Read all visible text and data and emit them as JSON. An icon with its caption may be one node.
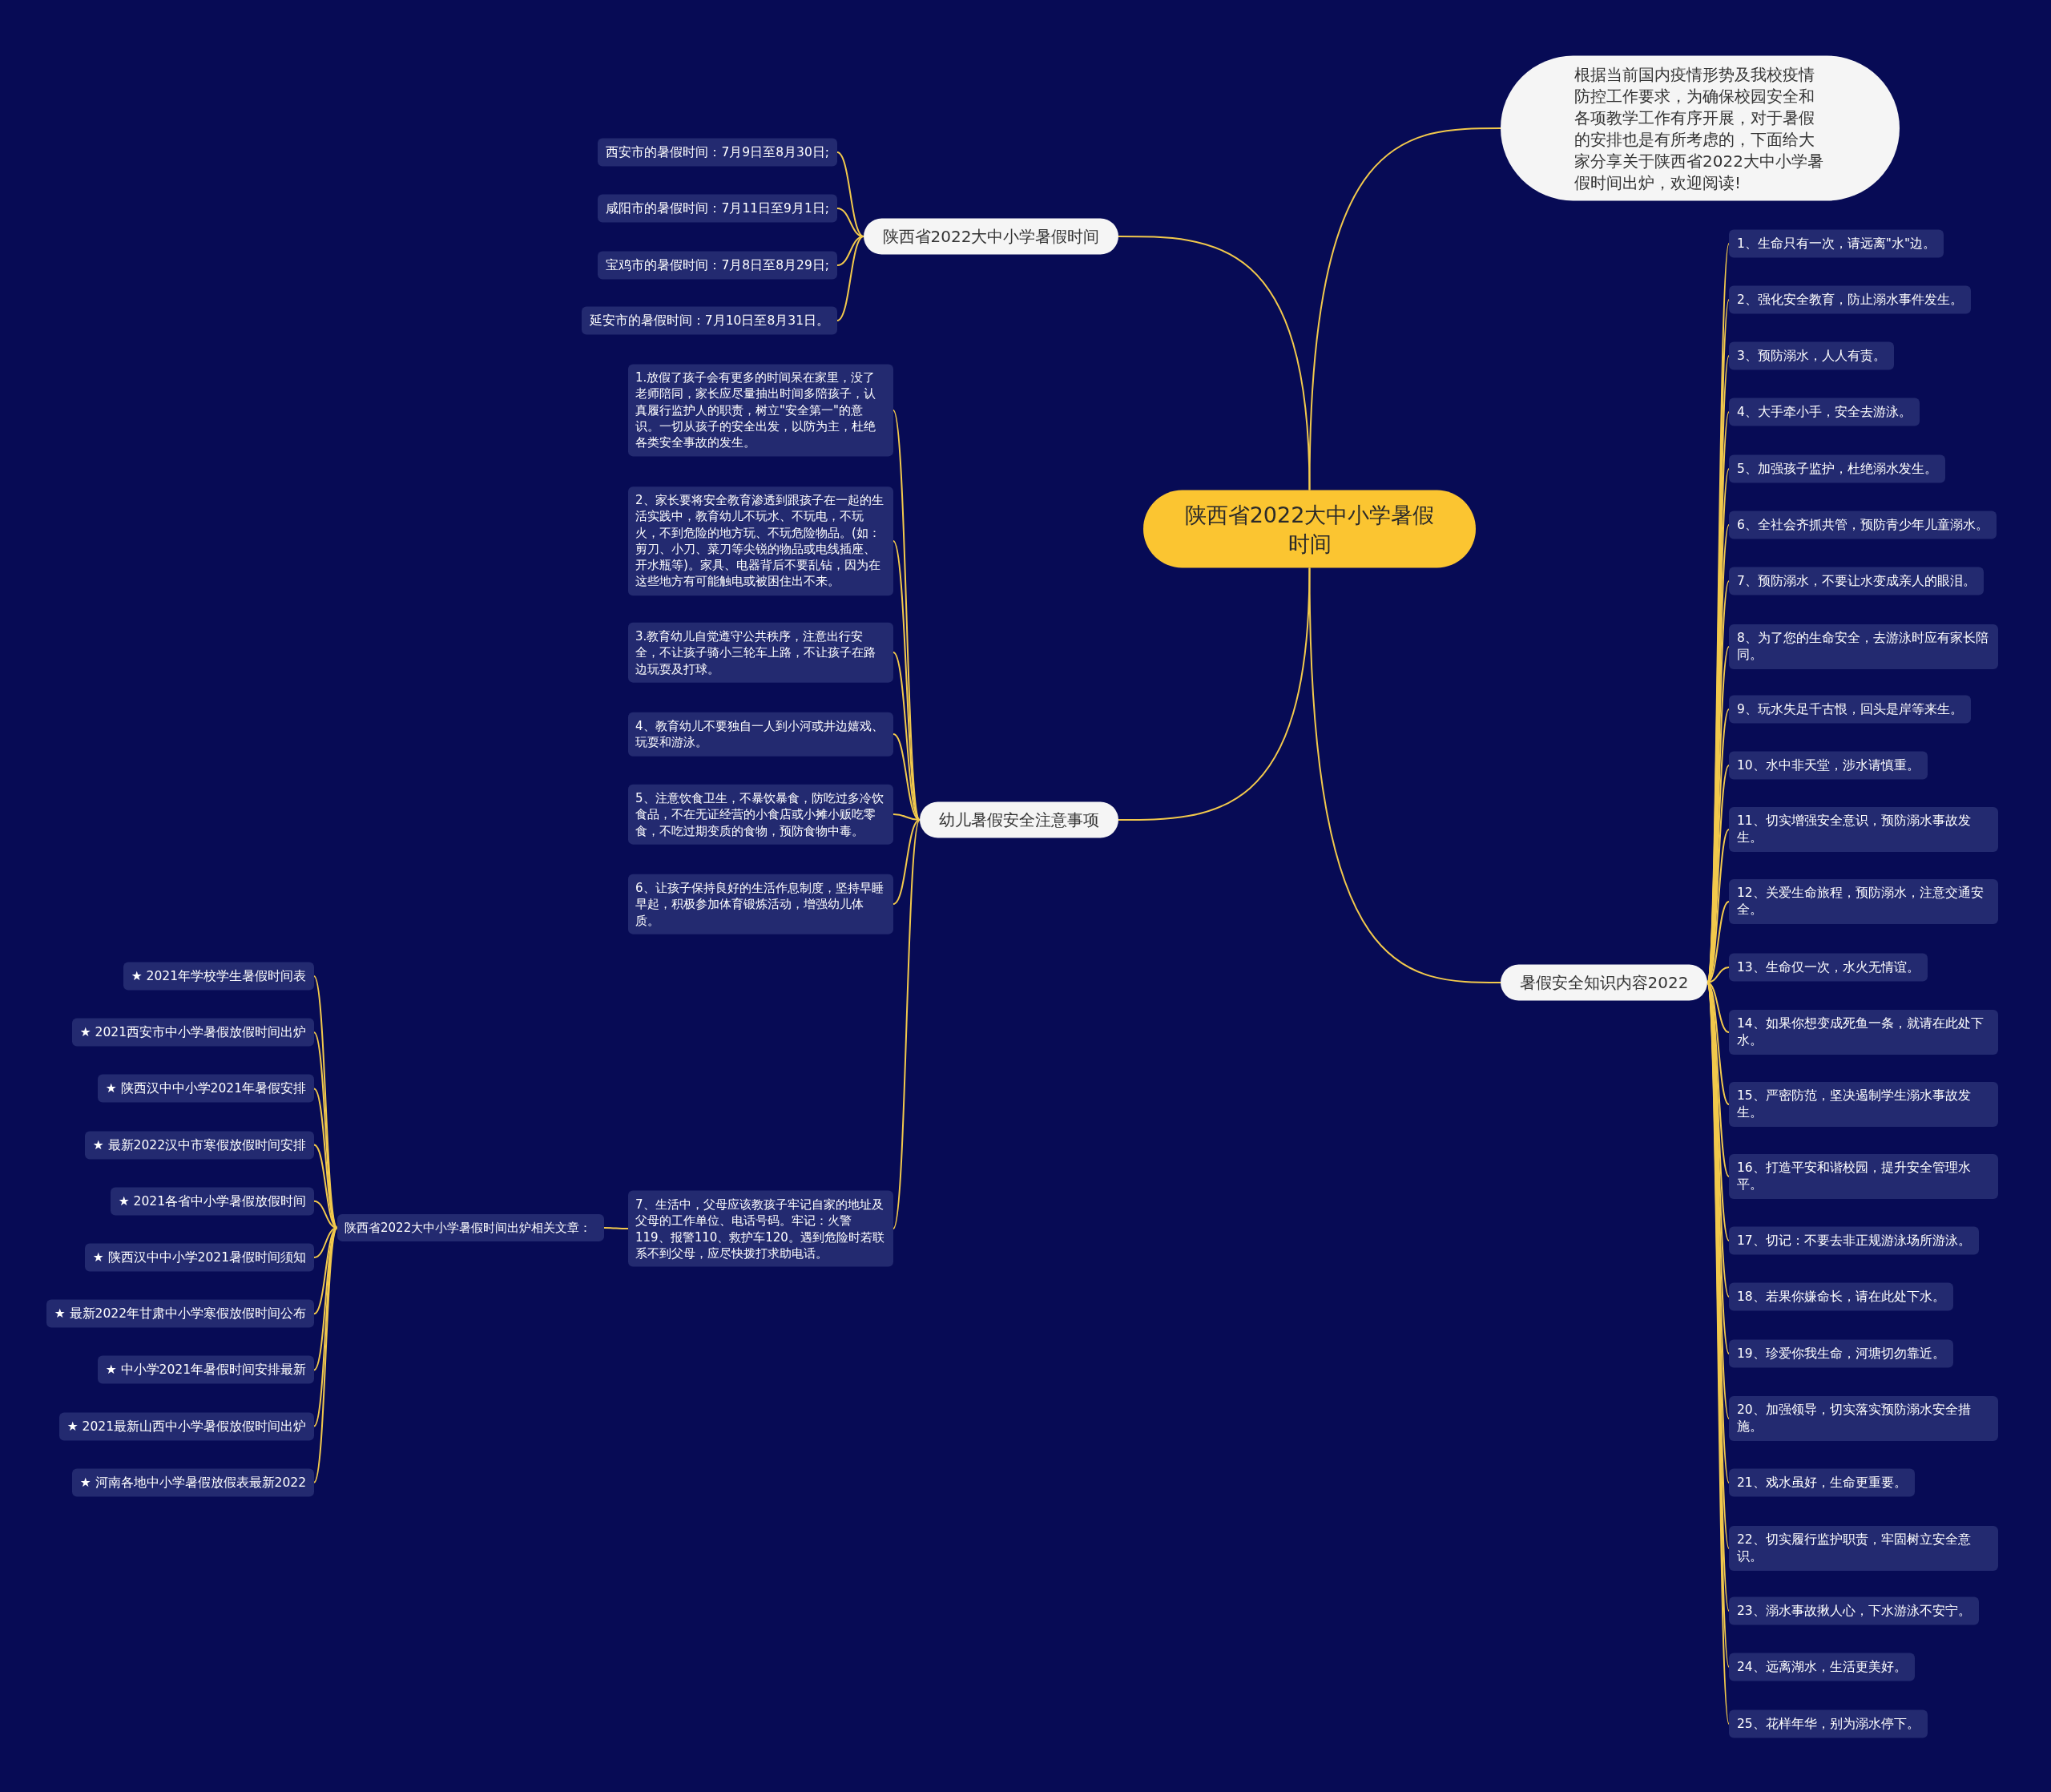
{
  "diagram": {
    "nodes": [
      {
        "text": [
          "陕西省2022大中小学暑假时间"
        ]
      },
      {
        "text": [
          "根据当前国内疫情形势及我校疫情防控工作要求，为确保校园安全和各项教学工作有序开展，对于暑假的安排也是有所考虑的，下面给大家分享关于陕西省2022大中小学暑假时间出炉，欢迎阅读!"
        ]
      },
      {
        "text": [
          "陕西省2022大中小学暑假时间"
        ]
      },
      {
        "text": [
          "西安市的暑假时间：7月9日至8月30日;"
        ]
      },
      {
        "text": [
          "咸阳市的暑假时间：7月11日至9月1日;"
        ]
      },
      {
        "text": [
          "宝鸡市的暑假时间：7月8日至8月29日;"
        ]
      },
      {
        "text": [
          "延安市的暑假时间：7月10日至8月31日。"
        ]
      },
      {
        "text": [
          "幼儿暑假安全注意事项"
        ]
      },
      {
        "text": [
          "1.放假了孩子会有更多的时间呆在家里，没了老师陪同，家长应尽量抽出时间多陪孩子，认真履行监护人的职责，树立\"安全第一\"的意识。一切从孩子的安全出发，以防为主，杜绝各类安全事故的发生。"
        ]
      },
      {
        "text": [
          "2、家长要将安全教育渗透到跟孩子在一起的生活实践中，教育幼儿不玩水、不玩电，不玩火，不到危险的地方玩、不玩危险物品。(如：剪刀、小刀、菜刀等尖锐的物品或电线插座、开水瓶等)。家具、电器背后不要乱钻，因为在这些地方有可能触电或被困住出不来。"
        ]
      },
      {
        "text": [
          "3.教育幼儿自觉遵守公共秩序，注意出行安全，不让孩子骑小三轮车上路，不让孩子在路边玩耍及打球。"
        ]
      },
      {
        "text": [
          "4、教育幼儿不要独自一人到小河或井边嬉戏、玩耍和游泳。"
        ]
      },
      {
        "text": [
          "5、注意饮食卫生，不暴饮暴食，防吃过多冷饮食品，不在无证经营的小食店或小摊小贩吃零食，不吃过期变质的食物，预防食物中毒。"
        ]
      },
      {
        "text": [
          "6、让孩子保持良好的生活作息制度，坚持早睡早起，积极参加体育锻炼活动，增强幼儿体质。"
        ]
      },
      {
        "text": [
          "7、生活中，父母应该教孩子牢记自家的地址及父母的工作单位、电话号码。牢记：火警119、报警110、救护车120。遇到危险时若联系不到父母，应尽快拨打求助电话。"
        ]
      },
      {
        "text": [
          "陕西省2022大中小学暑假时间出炉相关文章："
        ]
      },
      {
        "text": [
          "★ 2021年学校学生暑假时间表"
        ]
      },
      {
        "text": [
          "★ 2021西安市中小学暑假放假时间出炉"
        ]
      },
      {
        "text": [
          "★ 陕西汉中中小学2021年暑假安排"
        ]
      },
      {
        "text": [
          "★ 最新2022汉中市寒假放假时间安排"
        ]
      },
      {
        "text": [
          "★ 2021各省中小学暑假放假时间"
        ]
      },
      {
        "text": [
          "★ 陕西汉中中小学2021暑假时间须知"
        ]
      },
      {
        "text": [
          "★ 最新2022年甘肃中小学寒假放假时间公布"
        ]
      },
      {
        "text": [
          "★ 中小学2021年暑假时间安排最新"
        ]
      },
      {
        "text": [
          "★ 2021最新山西中小学暑假放假时间出炉"
        ]
      },
      {
        "text": [
          "★ 河南各地中小学暑假放假表最新2022"
        ]
      },
      {
        "text": [
          "暑假安全知识内容2022"
        ]
      },
      {
        "text": [
          "1、生命只有一次，请远离\"水\"边。"
        ]
      },
      {
        "text": [
          "2、强化安全教育，防止溺水事件发生。"
        ]
      },
      {
        "text": [
          "3、预防溺水，人人有责。"
        ]
      },
      {
        "text": [
          "4、大手牵小手，安全去游泳。"
        ]
      },
      {
        "text": [
          "5、加强孩子监护，杜绝溺水发生。"
        ]
      },
      {
        "text": [
          "6、全社会齐抓共管，预防青少年儿童溺水。"
        ]
      },
      {
        "text": [
          "7、预防溺水，不要让水变成亲人的眼泪。"
        ]
      },
      {
        "text": [
          "8、为了您的生命安全，去游泳时应有家长陪同。"
        ]
      },
      {
        "text": [
          "9、玩水失足千古恨，回头是岸等来生。"
        ]
      },
      {
        "text": [
          "10、水中非天堂，涉水请慎重。"
        ]
      },
      {
        "text": [
          "11、切实增强安全意识，预防溺水事故发生。"
        ]
      },
      {
        "text": [
          "12、关爱生命旅程，预防溺水，注意交通安全。"
        ]
      },
      {
        "text": [
          "13、生命仅一次，水火无情谊。"
        ]
      },
      {
        "text": [
          "14、如果你想变成死鱼一条，就请在此处下水。"
        ]
      },
      {
        "text": [
          "15、严密防范，坚决遏制学生溺水事故发生。"
        ]
      },
      {
        "text": [
          "16、打造平安和谐校园，提升安全管理水平。"
        ]
      },
      {
        "text": [
          "17、切记：不要去非正规游泳场所游泳。"
        ]
      },
      {
        "text": [
          "18、若果你嫌命长，请在此处下水。"
        ]
      },
      {
        "text": [
          "19、珍爱你我生命，河塘切勿靠近。"
        ]
      },
      {
        "text": [
          "20、加强领导，切实落实预防溺水安全措施。"
        ]
      },
      {
        "text": [
          "21、戏水虽好，生命更重要。"
        ]
      },
      {
        "text": [
          "22、切实履行监护职责，牢固树立安全意识。"
        ]
      },
      {
        "text": [
          "23、溺水事故揪人心，下水游泳不安宁。"
        ]
      },
      {
        "text": [
          "24、远离湖水，生活更美好。"
        ]
      },
      {
        "text": [
          "25、花样年华，别为溺水停下。"
        ]
      }
    ],
    "edges": [
      {
        "from": 0,
        "to": 1,
        "arrow": "none"
      },
      {
        "from": 0,
        "to": 2,
        "arrow": "none"
      },
      {
        "from": 2,
        "to": 3,
        "arrow": "none"
      },
      {
        "from": 2,
        "to": 4,
        "arrow": "none"
      },
      {
        "from": 2,
        "to": 5,
        "arrow": "none"
      },
      {
        "from": 2,
        "to": 6,
        "arrow": "none"
      },
      {
        "from": 0,
        "to": 7,
        "arrow": "none"
      },
      {
        "from": 7,
        "to": 8,
        "arrow": "none"
      },
      {
        "from": 7,
        "to": 9,
        "arrow": "none"
      },
      {
        "from": 7,
        "to": 10,
        "arrow": "none"
      },
      {
        "from": 7,
        "to": 11,
        "arrow": "none"
      },
      {
        "from": 7,
        "to": 12,
        "arrow": "none"
      },
      {
        "from": 7,
        "to": 13,
        "arrow": "none"
      },
      {
        "from": 7,
        "to": 14,
        "arrow": "none"
      },
      {
        "from": 14,
        "to": 15,
        "arrow": "none"
      },
      {
        "from": 15,
        "to": 16,
        "arrow": "none"
      },
      {
        "from": 15,
        "to": 17,
        "arrow": "none"
      },
      {
        "from": 15,
        "to": 18,
        "arrow": "none"
      },
      {
        "from": 15,
        "to": 19,
        "arrow": "none"
      },
      {
        "from": 15,
        "to": 20,
        "arrow": "none"
      },
      {
        "from": 15,
        "to": 21,
        "arrow": "none"
      },
      {
        "from": 15,
        "to": 22,
        "arrow": "none"
      },
      {
        "from": 15,
        "to": 23,
        "arrow": "none"
      },
      {
        "from": 15,
        "to": 24,
        "arrow": "none"
      },
      {
        "from": 15,
        "to": 25,
        "arrow": "none"
      },
      {
        "from": 0,
        "to": 26,
        "arrow": "none"
      },
      {
        "from": 26,
        "to": 27,
        "arrow": "none"
      },
      {
        "from": 26,
        "to": 28,
        "arrow": "none"
      },
      {
        "from": 26,
        "to": 29,
        "arrow": "none"
      },
      {
        "from": 26,
        "to": 30,
        "arrow": "none"
      },
      {
        "from": 26,
        "to": 31,
        "arrow": "none"
      },
      {
        "from": 26,
        "to": 32,
        "arrow": "none"
      },
      {
        "from": 26,
        "to": 33,
        "arrow": "none"
      },
      {
        "from": 26,
        "to": 34,
        "arrow": "none"
      },
      {
        "from": 26,
        "to": 35,
        "arrow": "none"
      },
      {
        "from": 26,
        "to": 36,
        "arrow": "none"
      },
      {
        "from": 26,
        "to": 37,
        "arrow": "none"
      },
      {
        "from": 26,
        "to": 38,
        "arrow": "none"
      },
      {
        "from": 26,
        "to": 39,
        "arrow": "none"
      },
      {
        "from": 26,
        "to": 40,
        "arrow": "none"
      },
      {
        "from": 26,
        "to": 41,
        "arrow": "none"
      },
      {
        "from": 26,
        "to": 42,
        "arrow": "none"
      },
      {
        "from": 26,
        "to": 43,
        "arrow": "none"
      },
      {
        "from": 26,
        "to": 44,
        "arrow": "none"
      },
      {
        "from": 26,
        "to": 45,
        "arrow": "none"
      },
      {
        "from": 26,
        "to": 46,
        "arrow": "none"
      },
      {
        "from": 26,
        "to": 47,
        "arrow": "none"
      },
      {
        "from": 26,
        "to": 48,
        "arrow": "none"
      },
      {
        "from": 26,
        "to": 49,
        "arrow": "none"
      },
      {
        "from": 26,
        "to": 50,
        "arrow": "none"
      },
      {
        "from": 26,
        "to": 51,
        "arrow": "none"
      }
    ]
  }
}
